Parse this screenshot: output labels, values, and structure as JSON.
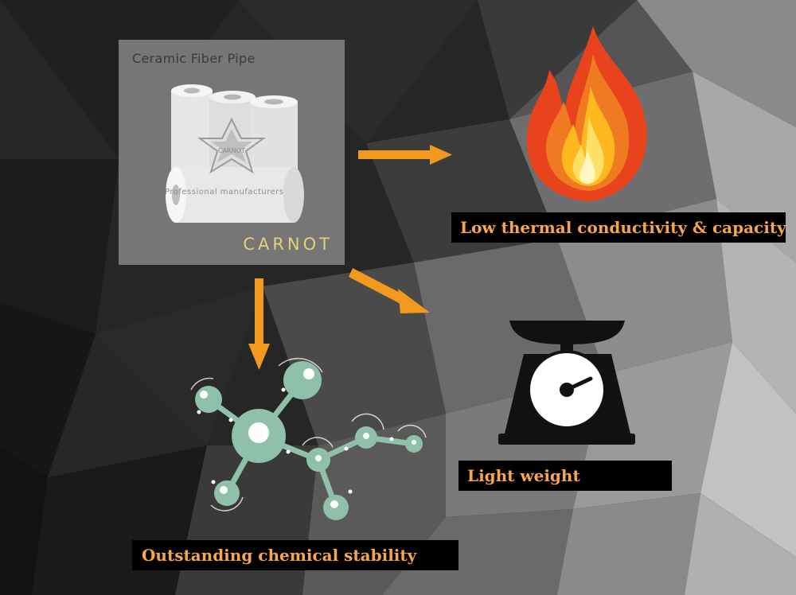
{
  "diagram": {
    "product": {
      "title": "Ceramic Fiber Pipe",
      "brand": "CARNOT",
      "watermark_brand": "CARNOT",
      "watermark_tagline": "Professional manufacturers"
    },
    "features": {
      "thermal": "Low thermal conductivity & capacity",
      "weight": "Light weight",
      "chemical": "Outstanding chemical stability"
    },
    "icons": {
      "thermal": "fire-icon",
      "weight": "scale-icon",
      "chemical": "molecule-icon",
      "product": "ceramic-fiber-pipe-rolls"
    },
    "colors": {
      "arrow": "#f39a1e",
      "label_text": "#f7a64a",
      "label_bg": "#000000",
      "brand_text": "#e2d27a",
      "molecule": "#8fc1aa",
      "flame_outer": "#e8431c",
      "flame_inner": "#ffe066"
    }
  }
}
